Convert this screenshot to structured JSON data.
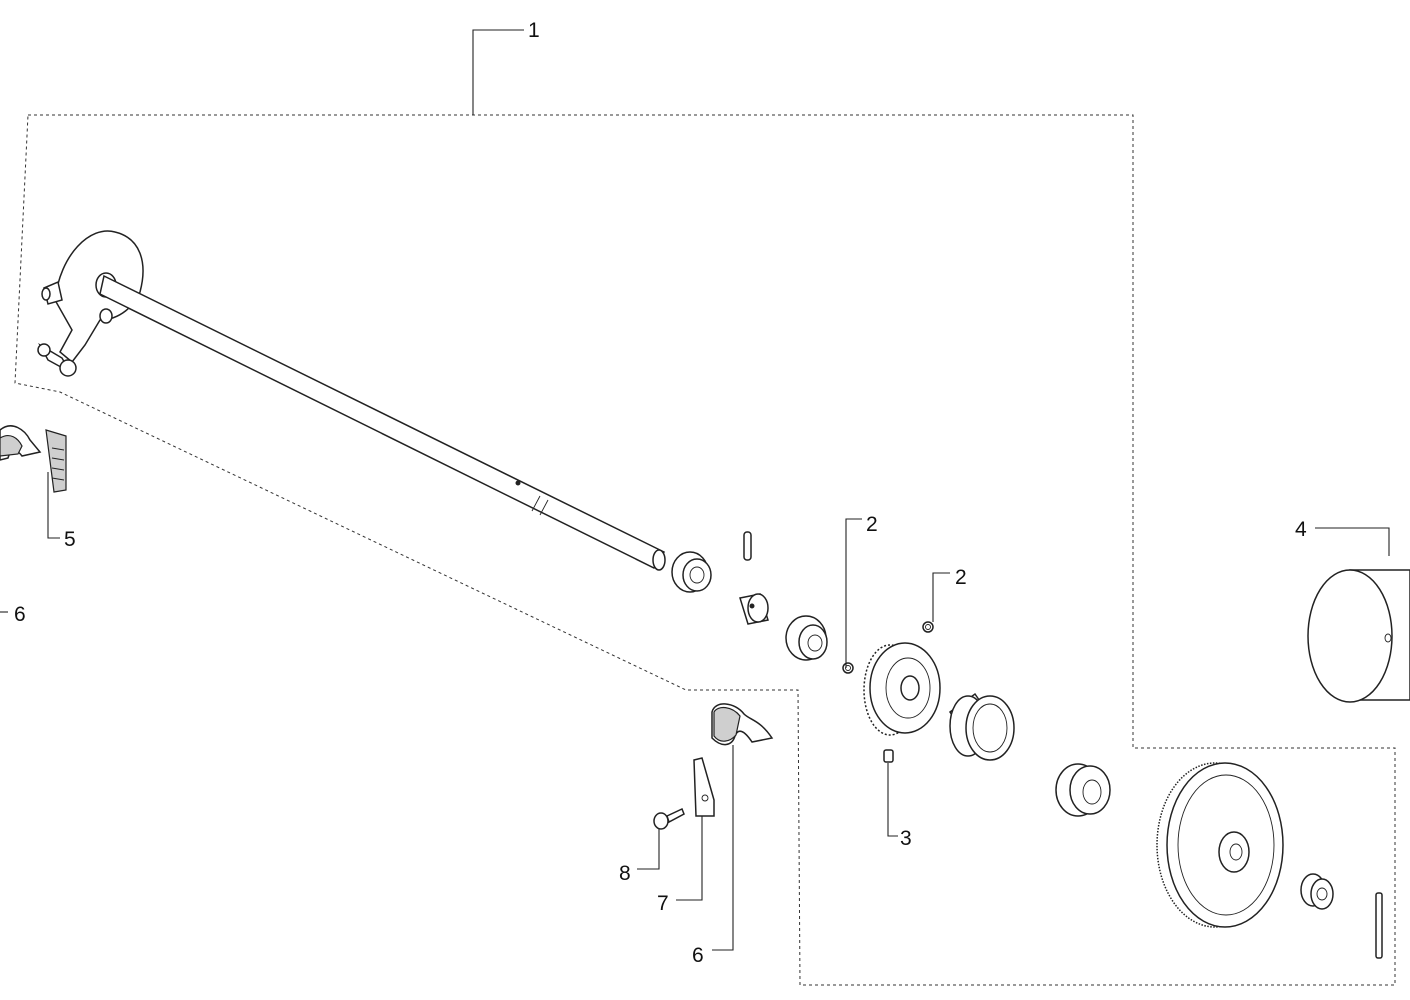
{
  "callouts": {
    "c1": "1",
    "c2a": "2",
    "c2b": "2",
    "c3": "3",
    "c4": "4",
    "c5": "5",
    "c6left": "6",
    "c6": "6",
    "c7": "7",
    "c8": "8"
  }
}
